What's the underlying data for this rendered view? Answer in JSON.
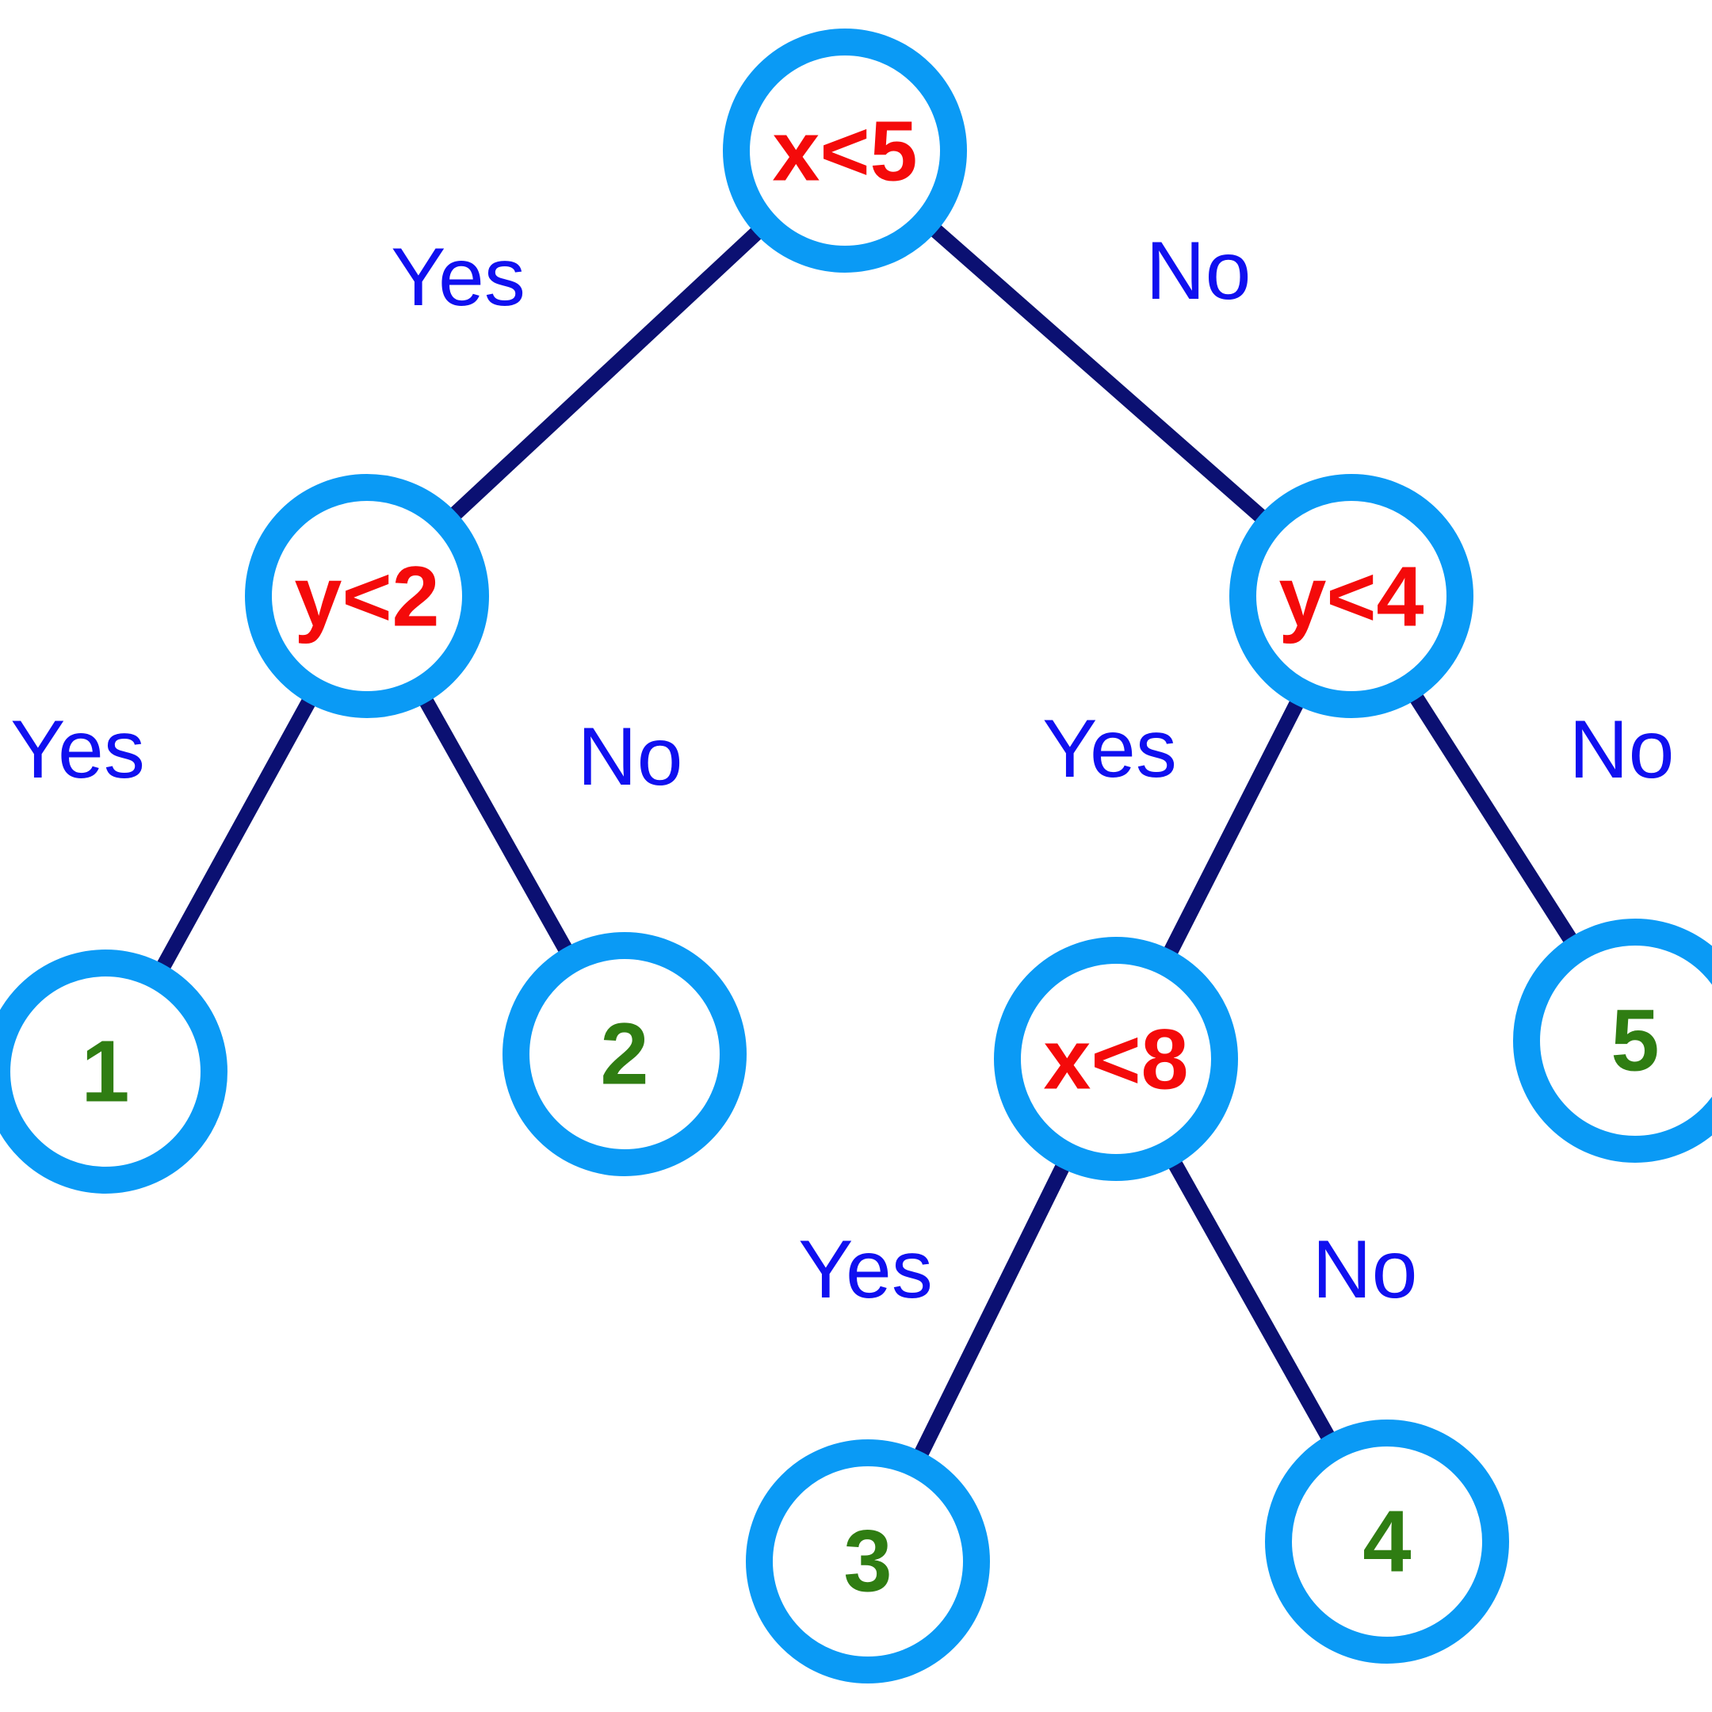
{
  "colors": {
    "edge": "#0b1072",
    "node_ring": "#0a9af5",
    "condition_text": "#f40a0a",
    "leaf_text": "#2f7d12",
    "edge_label_text": "#1010f0"
  },
  "nodes": [
    {
      "id": "root",
      "kind": "condition",
      "label": "x<5"
    },
    {
      "id": "left-split",
      "kind": "condition",
      "label": "y<2"
    },
    {
      "id": "right-split",
      "kind": "condition",
      "label": "y<4"
    },
    {
      "id": "leaf-1",
      "kind": "leaf",
      "label": "1"
    },
    {
      "id": "leaf-2",
      "kind": "leaf",
      "label": "2"
    },
    {
      "id": "inner-split",
      "kind": "condition",
      "label": "x<8"
    },
    {
      "id": "leaf-5",
      "kind": "leaf",
      "label": "5"
    },
    {
      "id": "leaf-3",
      "kind": "leaf",
      "label": "3"
    },
    {
      "id": "leaf-4",
      "kind": "leaf",
      "label": "4"
    }
  ],
  "edges": [
    {
      "from": "root",
      "to": "left-split",
      "label": "Yes"
    },
    {
      "from": "root",
      "to": "right-split",
      "label": "No"
    },
    {
      "from": "left-split",
      "to": "leaf-1",
      "label": "Yes"
    },
    {
      "from": "left-split",
      "to": "leaf-2",
      "label": "No"
    },
    {
      "from": "right-split",
      "to": "inner-split",
      "label": "Yes"
    },
    {
      "from": "right-split",
      "to": "leaf-5",
      "label": "No"
    },
    {
      "from": "inner-split",
      "to": "leaf-3",
      "label": "Yes"
    },
    {
      "from": "inner-split",
      "to": "leaf-4",
      "label": "No"
    }
  ]
}
